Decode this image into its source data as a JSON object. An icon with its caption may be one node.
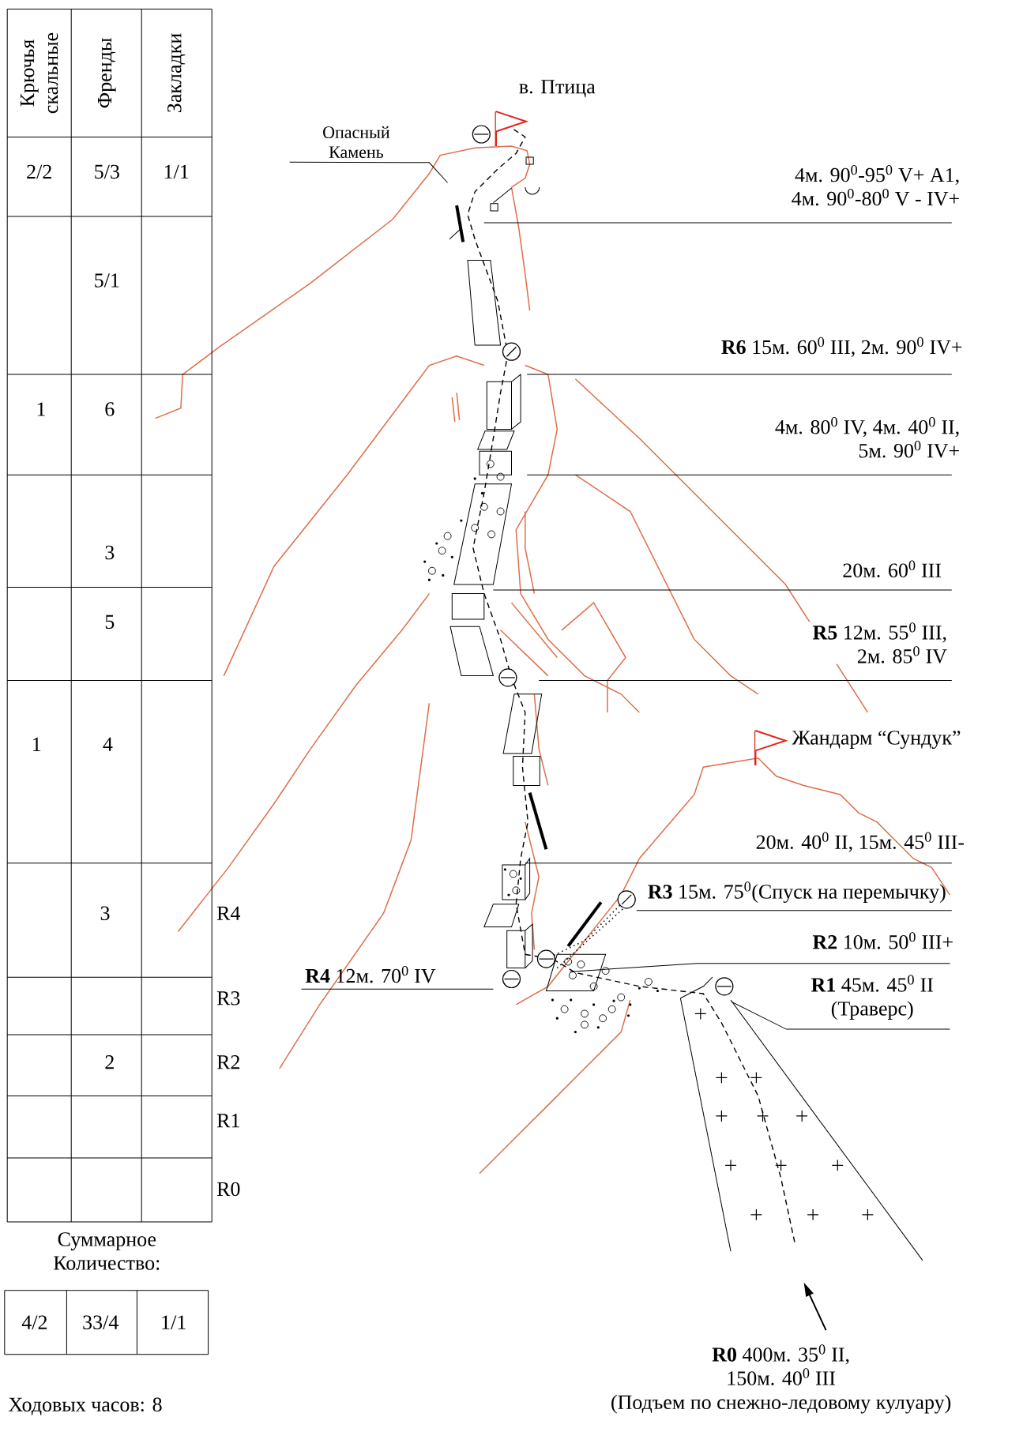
{
  "diagram": {
    "nodes": [
      {
        "text": [
          "Опасный Камень"
        ]
      },
      {
        "text": [
          "**R0** 400м. 35$^{0}$ II, 150м. 40$^{0}$ III",
          "(Подъем по снежно-ледовому кулуару)"
        ]
      }
    ],
    "edges": [
      {
        "from": 0,
        "to": null,
        "arrow": "none"
      },
      {
        "from": 1,
        "to": null,
        "arrow": "to"
      }
    ],
    "labels": [
      "Крючья скальные",
      "Френды",
      "Закладки",
      "2/2",
      "5/3",
      "1/1",
      "5/1",
      "1",
      "6",
      "3",
      "5",
      "1",
      "4",
      "3",
      "2",
      "R4",
      "R3",
      "R2",
      "R1",
      "R0",
      "Суммарное Количество:",
      "4/2",
      "33/4",
      "1/1",
      "Ходовых часов: 8",
      "в. Птица",
      "4м. 90$^{0}$-95$^{0}$ V+ A1, 4м. 90$^{0}$-80$^{0}$ V - IV+",
      "**R6** 15м. 60$^{0}$ III, 2м. 90$^{0}$ IV+",
      "4м. 80$^{0}$ IV, 4м. 40$^{0}$ II, 5м. 90$^{0}$ IV+",
      "20м. 60$^{0}$ III",
      "**R5** 12м. 55$^{0}$ III, 2м. 85$^{0}$ IV",
      "Жандарм “Сундук”",
      "20м. 40$^{0}$ II, 15м. 45$^{0}$ III-",
      "**R3** 15м. 75$^{0}$(Спуск на перемычку)",
      "**R2** 10м. 50$^{0}$ III+",
      "**R4** 12м. 70$^{0}$ IV",
      "**R1** 45м. 45$^{0}$ II (Траверс)"
    ]
  }
}
